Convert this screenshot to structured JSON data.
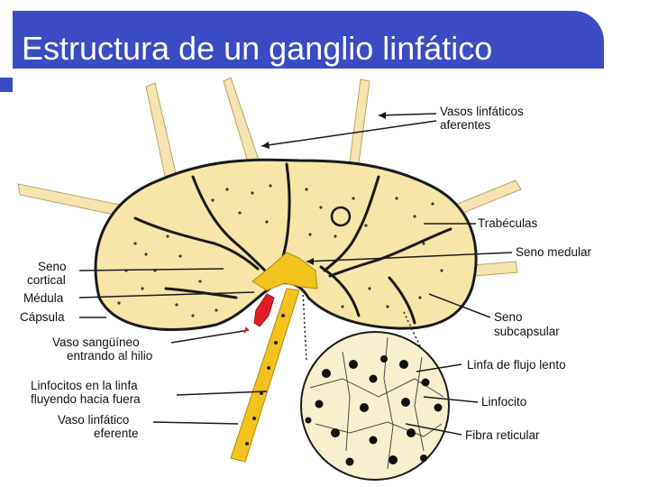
{
  "title": "Estructura de un ganglio linfático",
  "labels": {
    "afferent_line1": "Vasos linfáticos",
    "afferent_line2": "aferentes",
    "trabeculae": "Trabéculas",
    "medullary_sinus": "Seno medular",
    "subcapsular_line1": "Seno",
    "subcapsular_line2": "subcapsular",
    "cortical_line1": "Seno",
    "cortical_line2": "cortical",
    "medulla": "Médula",
    "capsule": "Cápsula",
    "blood_vessel_line1": "Vaso sangüíneo",
    "blood_vessel_line2": "entrando al hilio",
    "lymphocytes_flow_line1": "Linfocitos en la linfa",
    "lymphocytes_flow_line2": "fluyendo hacia fuera",
    "efferent_line1": "Vaso linfático",
    "efferent_line2": "eferente",
    "slow_lymph": "Linfa de flujo lento",
    "lymphocyte": "Linfocito",
    "reticular_fiber": "Fibra reticular"
  },
  "colors": {
    "title_bar": "#3b4bc4",
    "node_fill": "#f6e6a8",
    "vessel_fill": "#f3e4b0",
    "hilum": "#f3c21d",
    "blood_vessel": "#e11d2b"
  }
}
